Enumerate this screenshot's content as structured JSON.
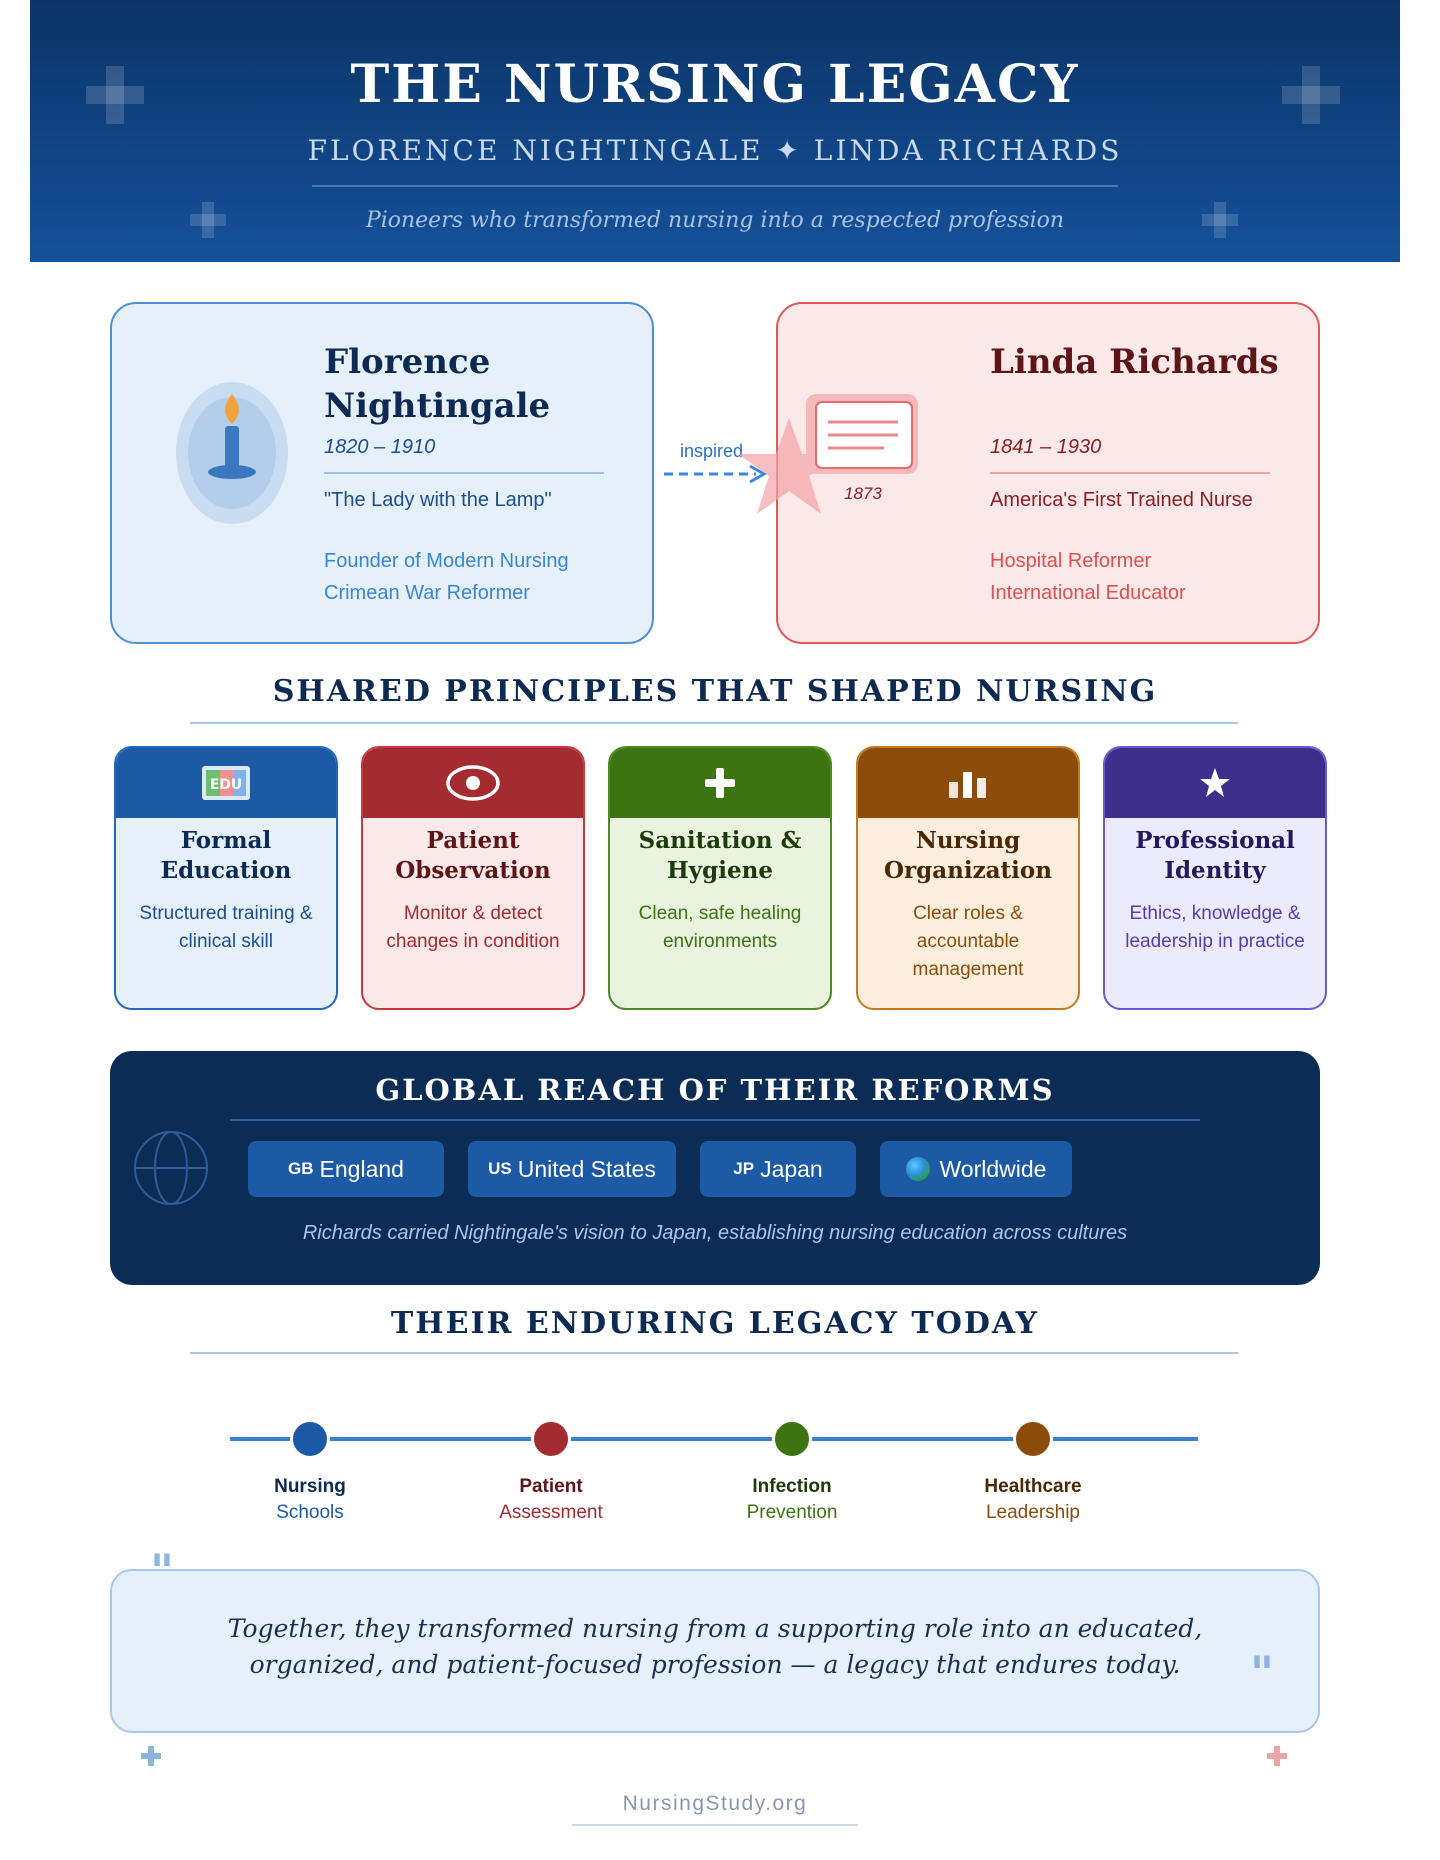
{
  "header": {
    "title": "THE NURSING LEGACY",
    "subtitle": "FLORENCE NIGHTINGALE ✦ LINDA RICHARDS",
    "tagline": "Pioneers who transformed nursing into a respected profession"
  },
  "profiles": {
    "florence": {
      "name": "Florence Nightingale",
      "years": "1820 – 1910",
      "nickname": "\"The Lady with the Lamp\"",
      "roles": [
        "Founder of Modern Nursing",
        "Crimean War Reformer"
      ],
      "icon": "lamp-icon"
    },
    "linda": {
      "name": "Linda Richards",
      "years": "1841 – 1930",
      "title": "America's First Trained Nurse",
      "diploma_year": "1873",
      "roles": [
        "Hospital Reformer",
        "International Educator"
      ],
      "icon": "diploma-icon"
    },
    "connector_label": "inspired"
  },
  "principles": {
    "title": "SHARED PRINCIPLES THAT SHAPED NURSING",
    "items": [
      {
        "title": "Formal Education",
        "desc": "Structured training & clinical skill",
        "icon": "education-icon",
        "color": "#1d5aa6"
      },
      {
        "title": "Patient Observation",
        "desc": "Monitor & detect changes in condition",
        "icon": "eye-icon",
        "color": "#a42b2f"
      },
      {
        "title": "Sanitation & Hygiene",
        "desc": "Clean, safe healing environments",
        "icon": "plus-icon",
        "color": "#3c7412"
      },
      {
        "title": "Nursing Organization",
        "desc": "Clear roles & accountable management",
        "icon": "bar-chart-icon",
        "color": "#8c4d0c"
      },
      {
        "title": "Professional Identity",
        "desc": "Ethics, knowledge & leadership in practice",
        "icon": "star-icon",
        "color": "#3e2f8c"
      }
    ]
  },
  "global": {
    "title": "GLOBAL REACH OF THEIR REFORMS",
    "regions": [
      {
        "code": "GB",
        "label": "England"
      },
      {
        "code": "US",
        "label": "United States"
      },
      {
        "code": "JP",
        "label": "Japan"
      },
      {
        "code": "",
        "label": "Worldwide",
        "icon": "globe-emoji-icon"
      }
    ],
    "note": "Richards carried Nightingale's vision to Japan, establishing nursing education across cultures"
  },
  "legacy": {
    "title": "THEIR ENDURING LEGACY TODAY",
    "items": [
      {
        "line1": "Nursing",
        "line2": "Schools",
        "color": "#1d5aa6"
      },
      {
        "line1": "Patient",
        "line2": "Assessment",
        "color": "#a42b2f"
      },
      {
        "line1": "Infection",
        "line2": "Prevention",
        "color": "#3c7412"
      },
      {
        "line1": "Healthcare",
        "line2": "Leadership",
        "color": "#8c4d0c"
      }
    ]
  },
  "quote": {
    "text": "Together, they transformed nursing from a supporting role into an educated, organized, and patient-focused profession — a legacy that endures today."
  },
  "footer": {
    "site": "NursingStudy.org"
  }
}
